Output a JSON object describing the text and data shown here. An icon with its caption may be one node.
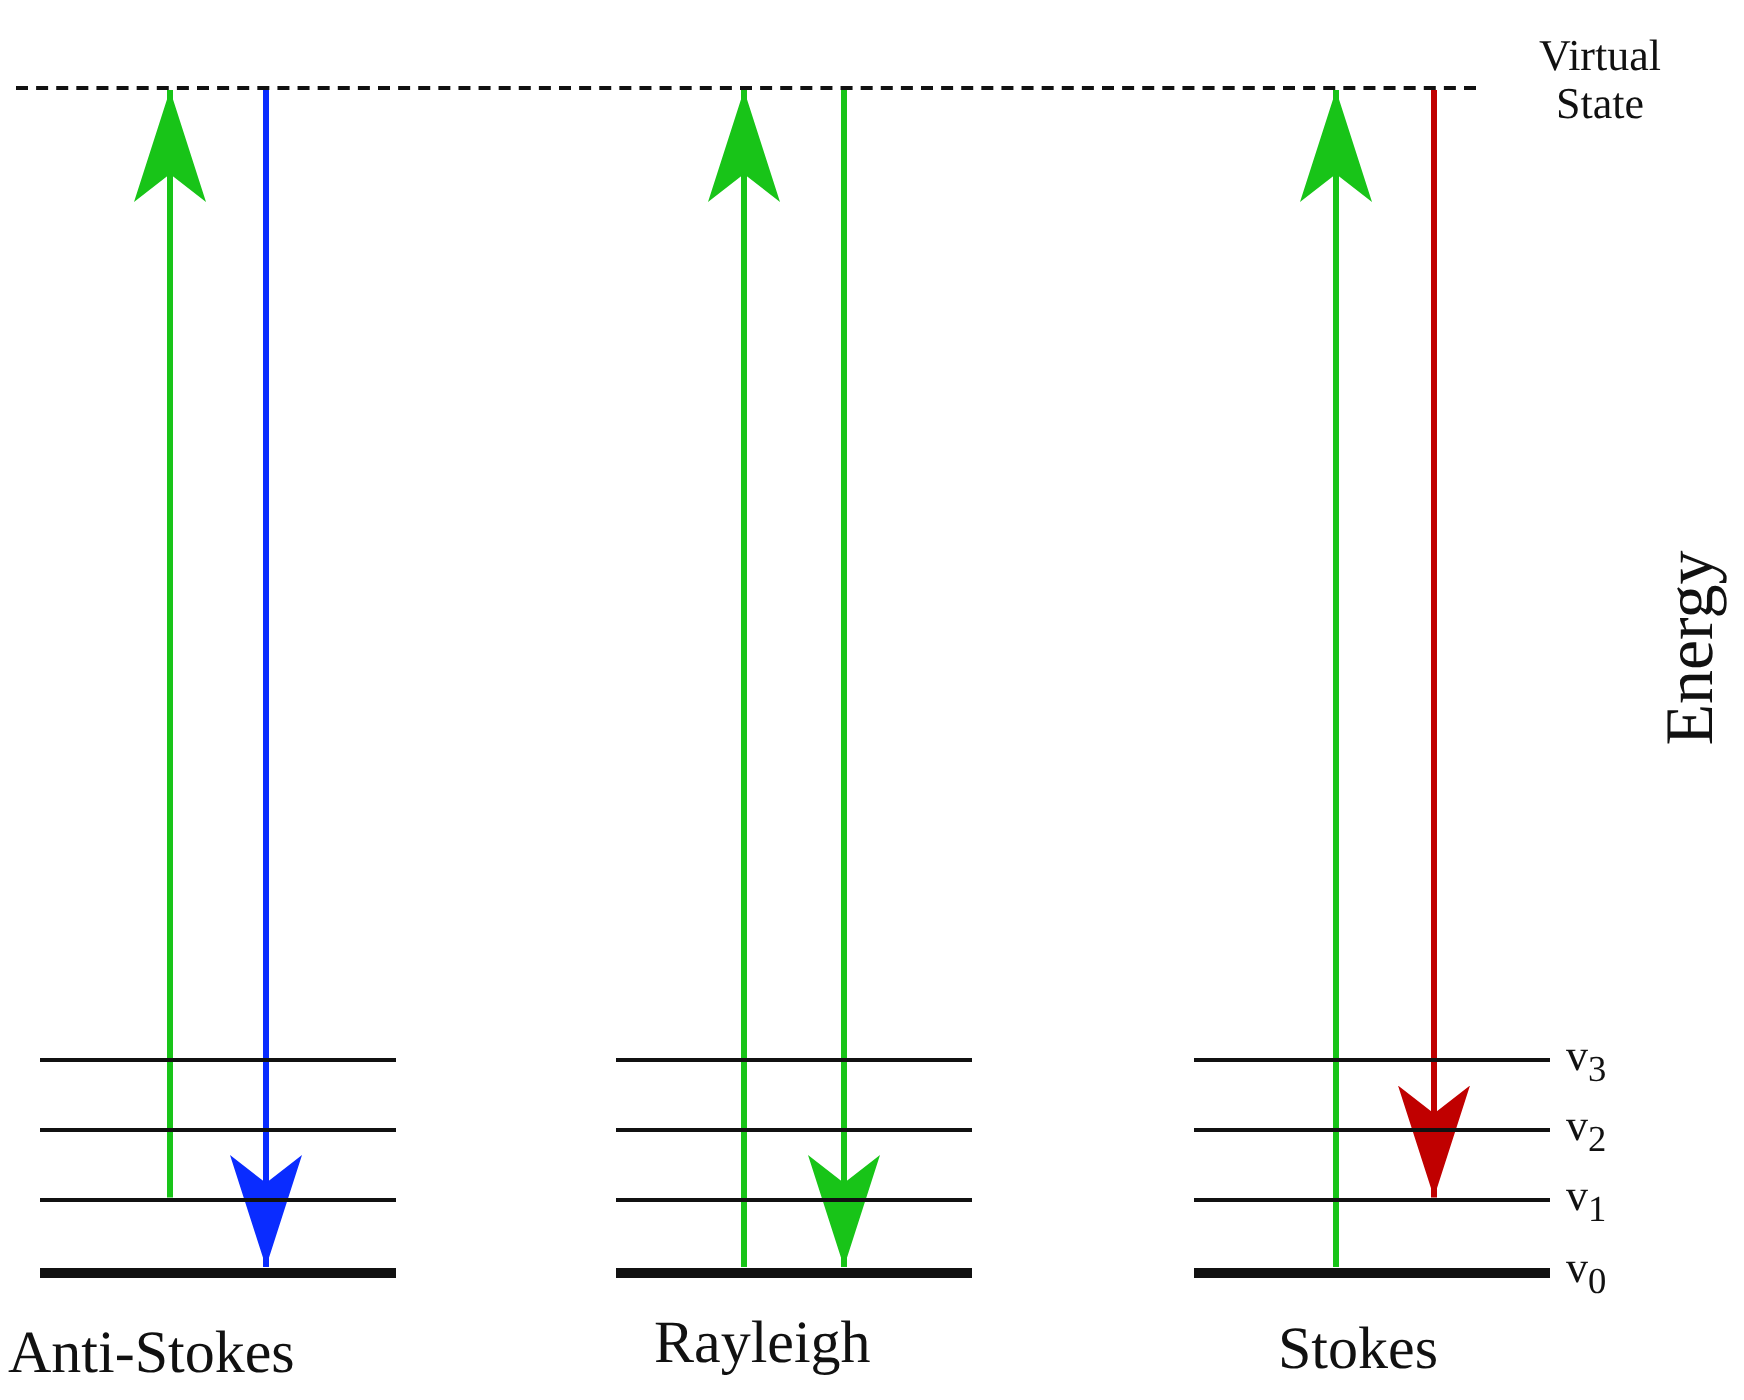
{
  "diagram": {
    "nodes": [
      {
        "text": [],
        "shape": "bar",
        "beside": [
          "Virtual State"
        ]
      },
      {
        "text": [],
        "shape": "bar"
      },
      {
        "text": [],
        "shape": "bar"
      },
      {
        "text": [],
        "shape": "bar"
      },
      {
        "text": [],
        "shape": "bar"
      },
      {
        "text": [],
        "shape": "bar"
      },
      {
        "text": [],
        "shape": "bar"
      },
      {
        "text": [],
        "shape": "bar"
      },
      {
        "text": [],
        "shape": "bar"
      },
      {
        "text": [],
        "shape": "bar",
        "beside": [
          "v$_{3}$"
        ]
      },
      {
        "text": [],
        "shape": "bar",
        "beside": [
          "v$_{2}$"
        ]
      },
      {
        "text": [],
        "shape": "bar",
        "beside": [
          "v$_{1}$"
        ]
      },
      {
        "text": [],
        "shape": "bar",
        "beside": [
          "v$_{0}$"
        ]
      }
    ],
    "edges": [
      {
        "from": 3,
        "to": 0,
        "arrow": "to"
      },
      {
        "from": 0,
        "to": 4,
        "arrow": "to",
        "color": "#0a2cff"
      },
      {
        "from": 8,
        "to": 0,
        "arrow": "to"
      },
      {
        "from": 0,
        "to": 8,
        "arrow": "to"
      },
      {
        "from": 12,
        "to": 0,
        "arrow": "to"
      },
      {
        "from": 0,
        "to": 11,
        "arrow": "to",
        "color": "#c00000"
      }
    ],
    "labels": [
      "Anti-Stokes",
      "Rayleigh",
      "Stokes",
      "Energy"
    ]
  }
}
